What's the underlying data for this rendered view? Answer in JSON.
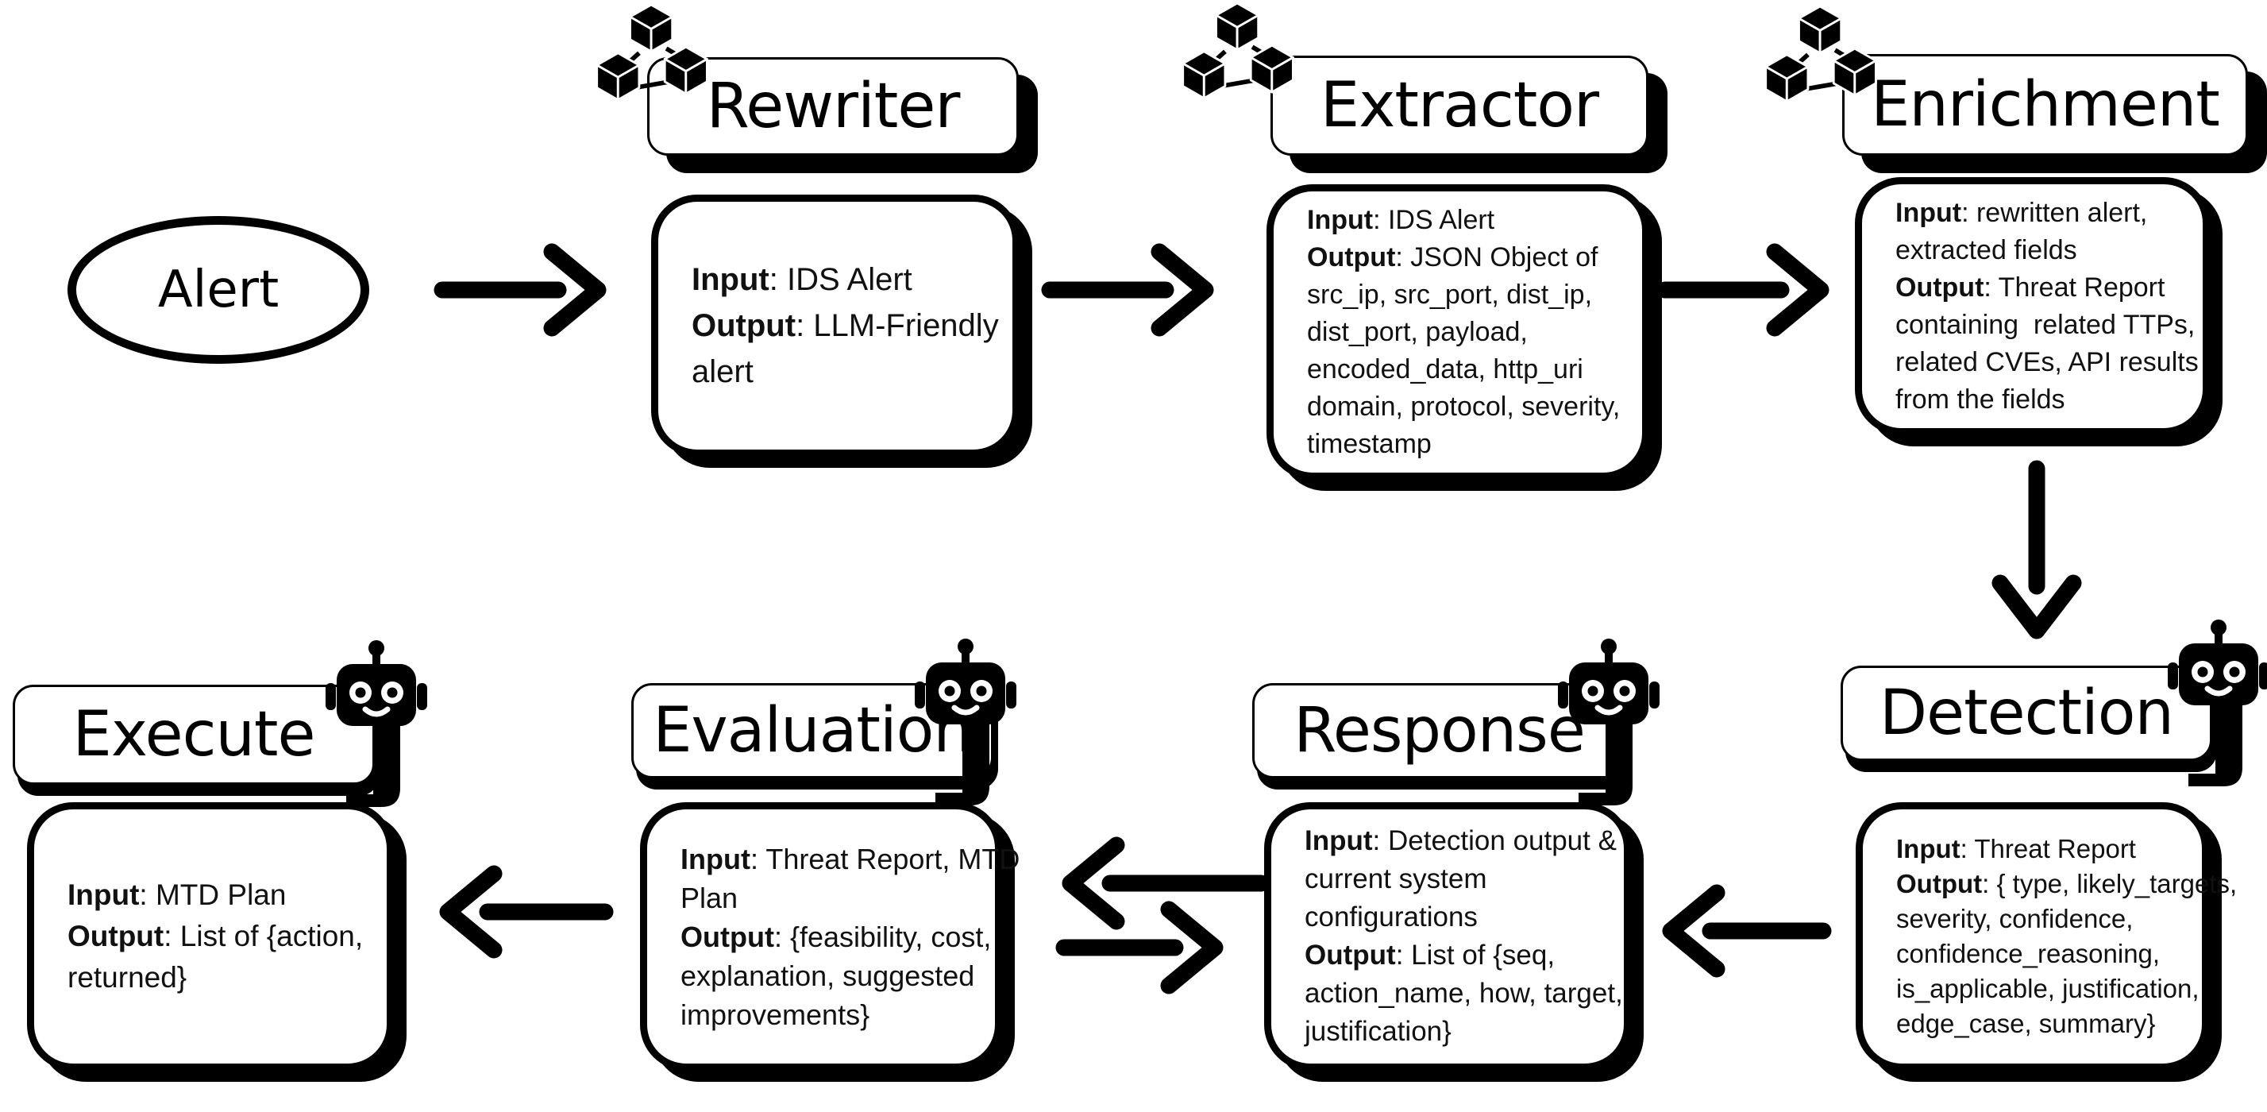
{
  "palette": {
    "ink": "#000000",
    "paper": "#ffffff"
  },
  "icons": {
    "cubes": "blockchain-cubes-icon",
    "robot": "chatbot-robot-icon"
  },
  "alert": {
    "label": "Alert"
  },
  "stages": [
    {
      "key": "rewriter",
      "title": "Rewriter",
      "icon": "cubes",
      "lines": [
        "**Input**: IDS Alert",
        "**Output**: LLM-Friendly",
        "alert"
      ]
    },
    {
      "key": "extractor",
      "title": "Extractor",
      "icon": "cubes",
      "lines": [
        "**Input**: IDS Alert",
        "**Output**: JSON Object of",
        "src_ip, src_port, dist_ip,",
        "dist_port, payload,",
        "encoded_data, http_uri",
        "domain, protocol, severity,",
        "timestamp"
      ]
    },
    {
      "key": "enrichment",
      "title": "Enrichment",
      "icon": "cubes",
      "lines": [
        "**Input**: rewritten alert,",
        "extracted fields",
        "**Output**: Threat Report",
        "containing  related TTPs,",
        "related CVEs, API results",
        "from the fields"
      ]
    },
    {
      "key": "detection",
      "title": "Detection",
      "icon": "robot",
      "lines": [
        "**Input**: Threat Report",
        "**Output**: { type, likely_targets,",
        "severity, confidence,",
        "confidence_reasoning,",
        "is_applicable, justification,",
        "edge_case, summary}"
      ]
    },
    {
      "key": "response",
      "title": "Response",
      "icon": "robot",
      "lines": [
        "**Input**: Detection output &",
        "current system",
        "configurations",
        "**Output**: List of {seq,",
        "action_name, how, target,",
        "justification}"
      ]
    },
    {
      "key": "evaluation",
      "title": "Evaluation",
      "icon": "robot",
      "lines": [
        "**Input**: Threat Report, MTD",
        "Plan",
        "**Output**: {feasibility, cost,",
        "explanation, suggested",
        "improvements}"
      ]
    },
    {
      "key": "execute",
      "title": "Execute",
      "icon": "robot",
      "lines": [
        "**Input**: MTD Plan",
        "**Output**: List of {action,",
        "returned}"
      ]
    }
  ]
}
